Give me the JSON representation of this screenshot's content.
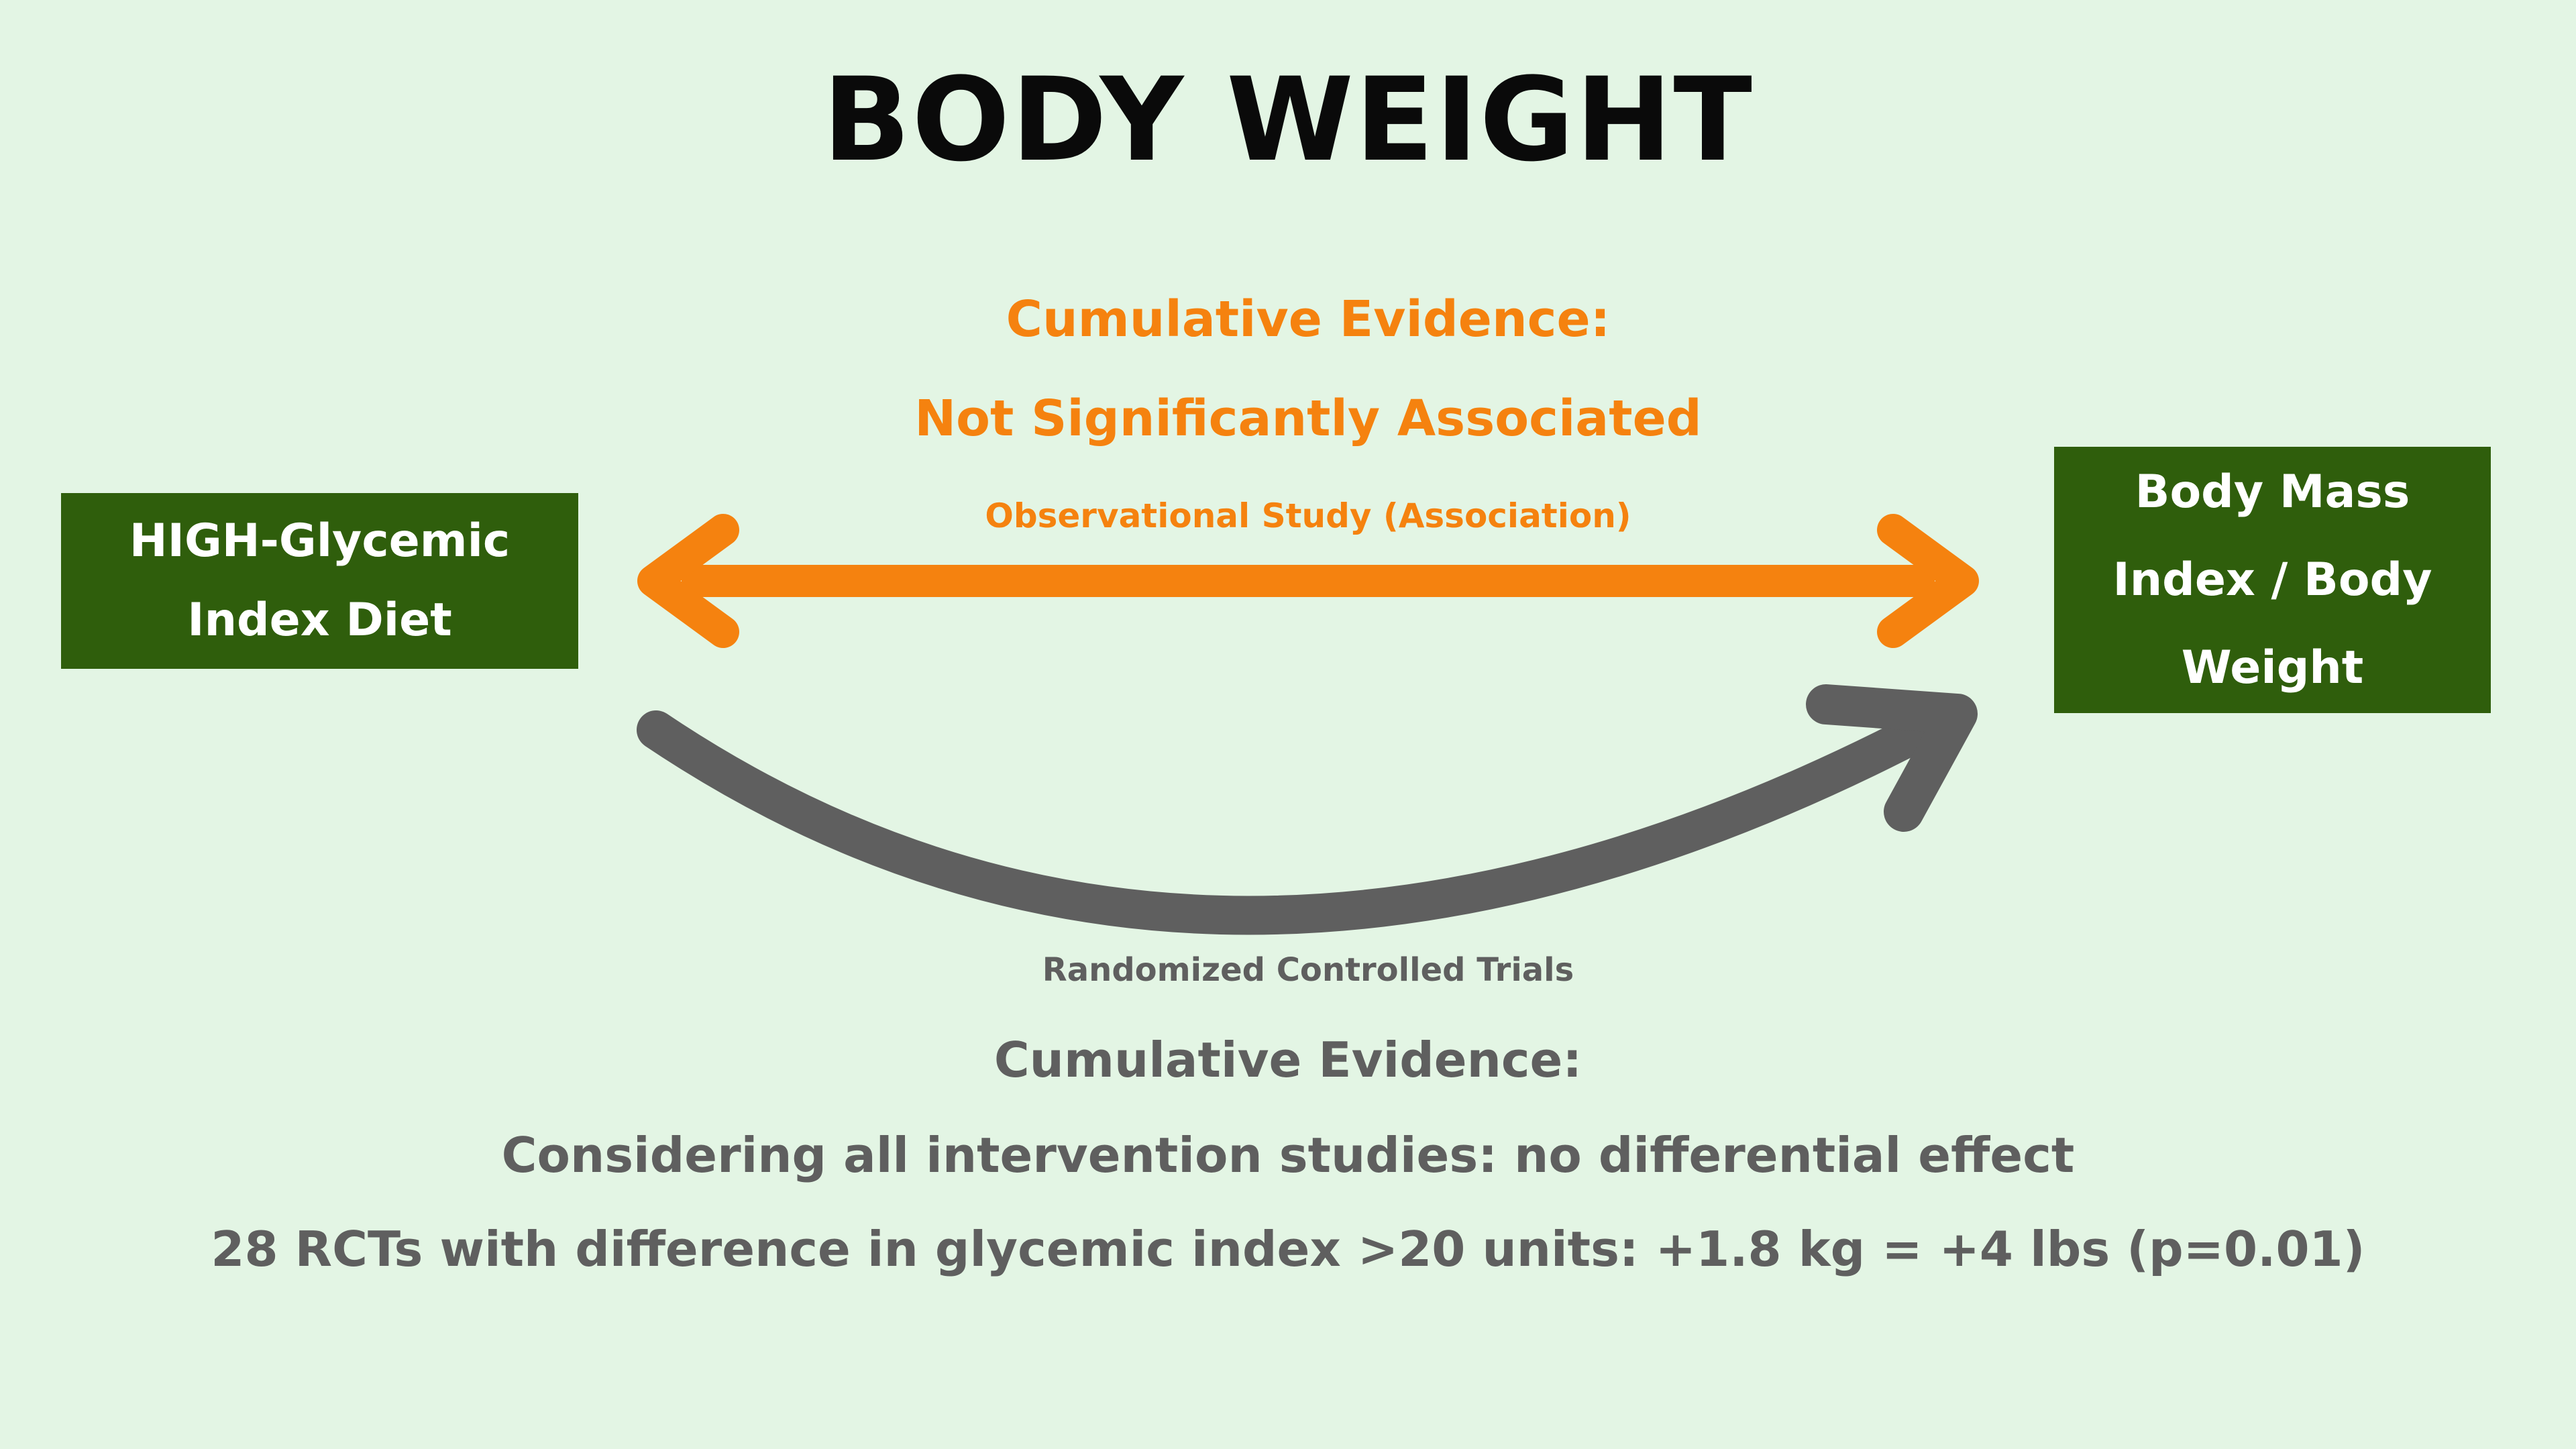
{
  "title": "BODY WEIGHT",
  "colors": {
    "background": "#E3F5E4",
    "node_green": "#2F5E0C",
    "node_text": "#FFFFFF",
    "orange_accent": "#F5820F",
    "gray_accent": "#5F5F5F",
    "title_black": "#0A0A0A"
  },
  "nodes": {
    "exposure": {
      "line1": "HIGH-Glycemic",
      "line2": "Index Diet"
    },
    "outcome": {
      "line1": "Body Mass",
      "line2": "Index / Body",
      "line3": "Weight"
    }
  },
  "observational": {
    "heading_line1": "Cumulative Evidence:",
    "heading_line2": "Not Significantly Associated",
    "study_type": "Observational Study (Association)",
    "arrow_icon": "double-headed-orange-arrow"
  },
  "rct": {
    "study_type": "Randomized Controlled Trials",
    "heading": "Cumulative Evidence:",
    "finding_all": "Considering all intervention studies: no differential effect",
    "finding_detail": "28 RCTs with difference in glycemic index >20 units: +1.8 kg = +4 lbs (p=0.01)",
    "arrow_icon": "curved-gray-arrow"
  }
}
